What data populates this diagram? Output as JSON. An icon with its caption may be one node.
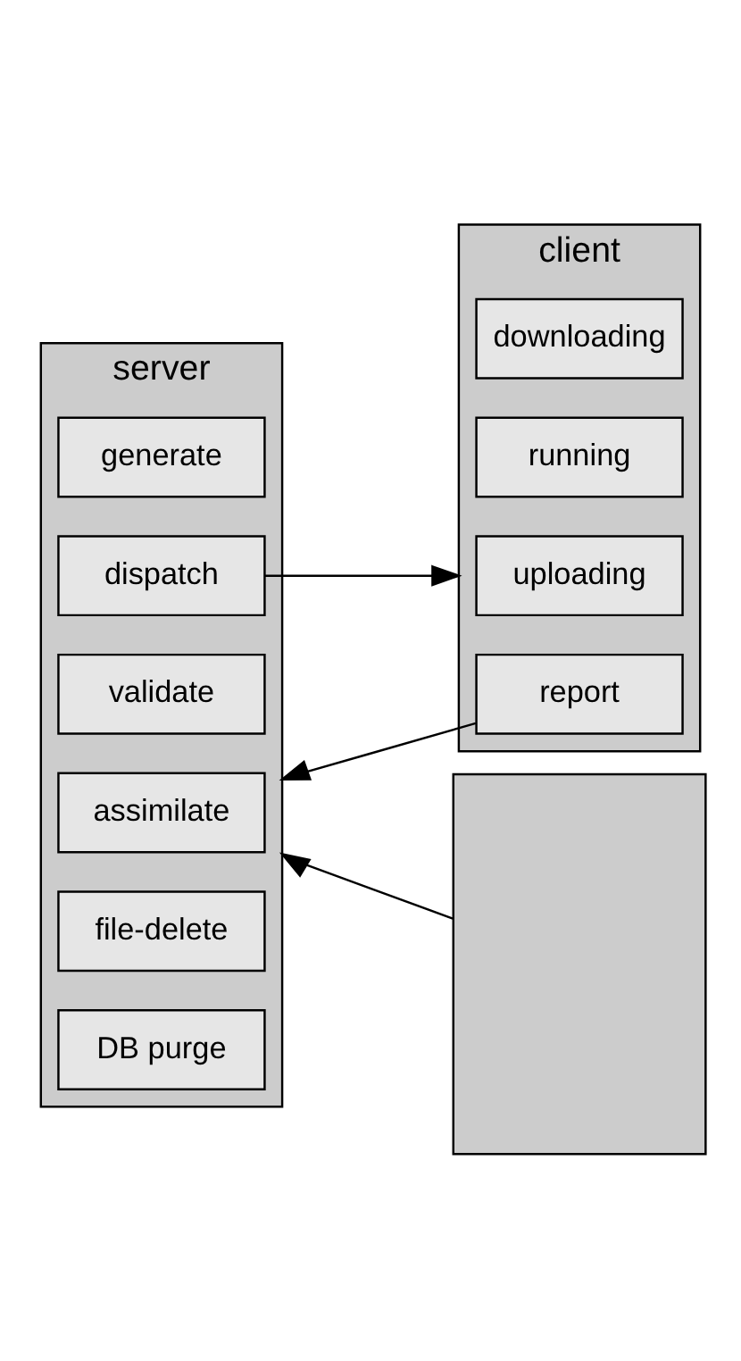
{
  "diagram": {
    "nodes": [
      {
        "text": [
          "server"
        ]
      },
      {
        "text": [
          "generate"
        ],
        "in": 0
      },
      {
        "text": [
          "dispatch"
        ],
        "in": 0
      },
      {
        "text": [
          "validate"
        ],
        "in": 0
      },
      {
        "text": [
          "assimilate"
        ],
        "in": 0
      },
      {
        "text": [
          "file-delete"
        ],
        "in": 0
      },
      {
        "text": [
          "DB purge"
        ],
        "in": 0
      },
      {
        "text": [],
        "shape": "box"
      },
      {
        "text": [
          "client"
        ]
      },
      {
        "text": [
          "downloading"
        ],
        "in": 8
      },
      {
        "text": [
          "running"
        ],
        "in": 8
      },
      {
        "text": [
          "uploading"
        ],
        "in": 8
      },
      {
        "text": [
          "report"
        ],
        "in": 8
      }
    ],
    "edges": [
      {
        "from": 2,
        "to": 8,
        "arrow": "to"
      },
      {
        "from": 12,
        "to": 0,
        "arrow": "to"
      },
      {
        "from": 7,
        "to": 0,
        "arrow": "to"
      }
    ]
  }
}
